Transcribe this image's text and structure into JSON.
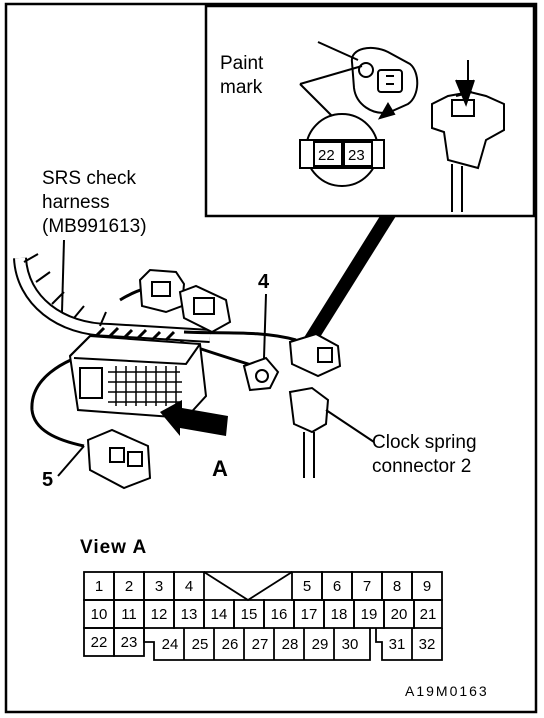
{
  "inset": {
    "paint_mark_line1": "Paint",
    "paint_mark_line2": "mark",
    "pin_left": "22",
    "pin_right": "23"
  },
  "callouts": {
    "srs_line1": "SRS check",
    "srs_line2": "harness",
    "srs_line3": "(MB991613)",
    "num_4": "4",
    "num_5": "5",
    "view_arrow": "A",
    "clock_line1": "Clock spring",
    "clock_line2": "connector 2"
  },
  "view": {
    "title": "View  A",
    "row1": [
      "1",
      "2",
      "3",
      "4",
      "5",
      "6",
      "7",
      "8",
      "9"
    ],
    "row2": [
      "10",
      "11",
      "12",
      "13",
      "14",
      "15",
      "16",
      "17",
      "18",
      "19",
      "20",
      "21"
    ],
    "row3": [
      "22",
      "23",
      "24",
      "25",
      "26",
      "27",
      "28",
      "29",
      "30",
      "31",
      "32"
    ]
  },
  "figure_id": "A19M0163"
}
